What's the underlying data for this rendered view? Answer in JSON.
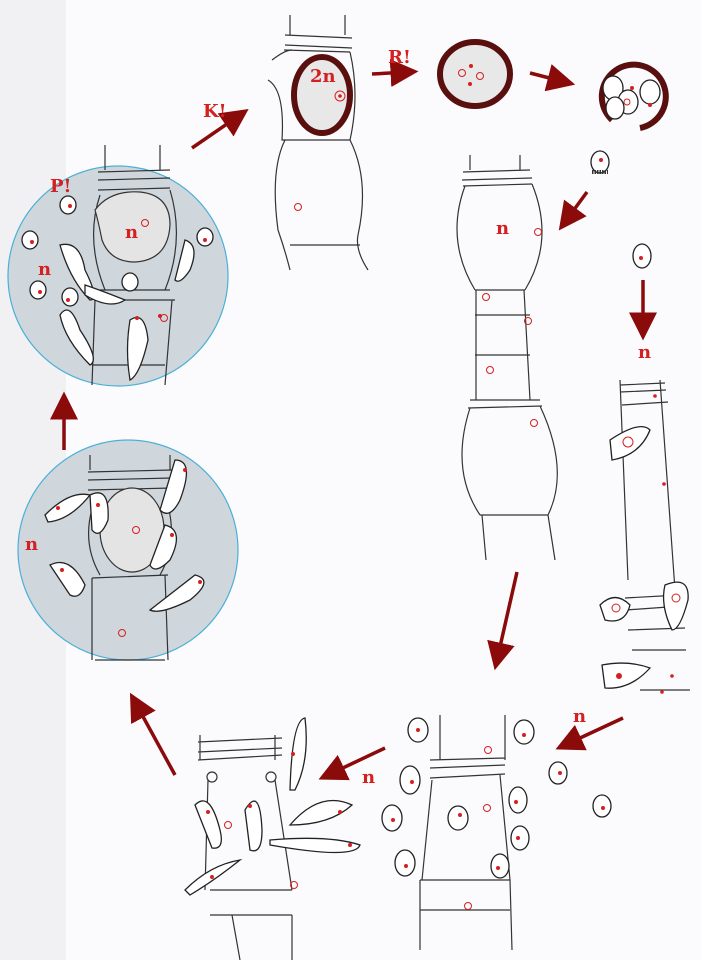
{
  "labels": {
    "karyogamy": "K!",
    "zygote_ploidy": "2n",
    "reduction": "R!",
    "plasmogamy": "P!",
    "haploid": "n"
  },
  "colors": {
    "arrow": "#8b0a0a",
    "label": "#d42020",
    "zygote_wall": "#5a0f0f",
    "magnifier_fill": "#cfd6dc",
    "magnifier_stroke": "#4bb0d8"
  }
}
